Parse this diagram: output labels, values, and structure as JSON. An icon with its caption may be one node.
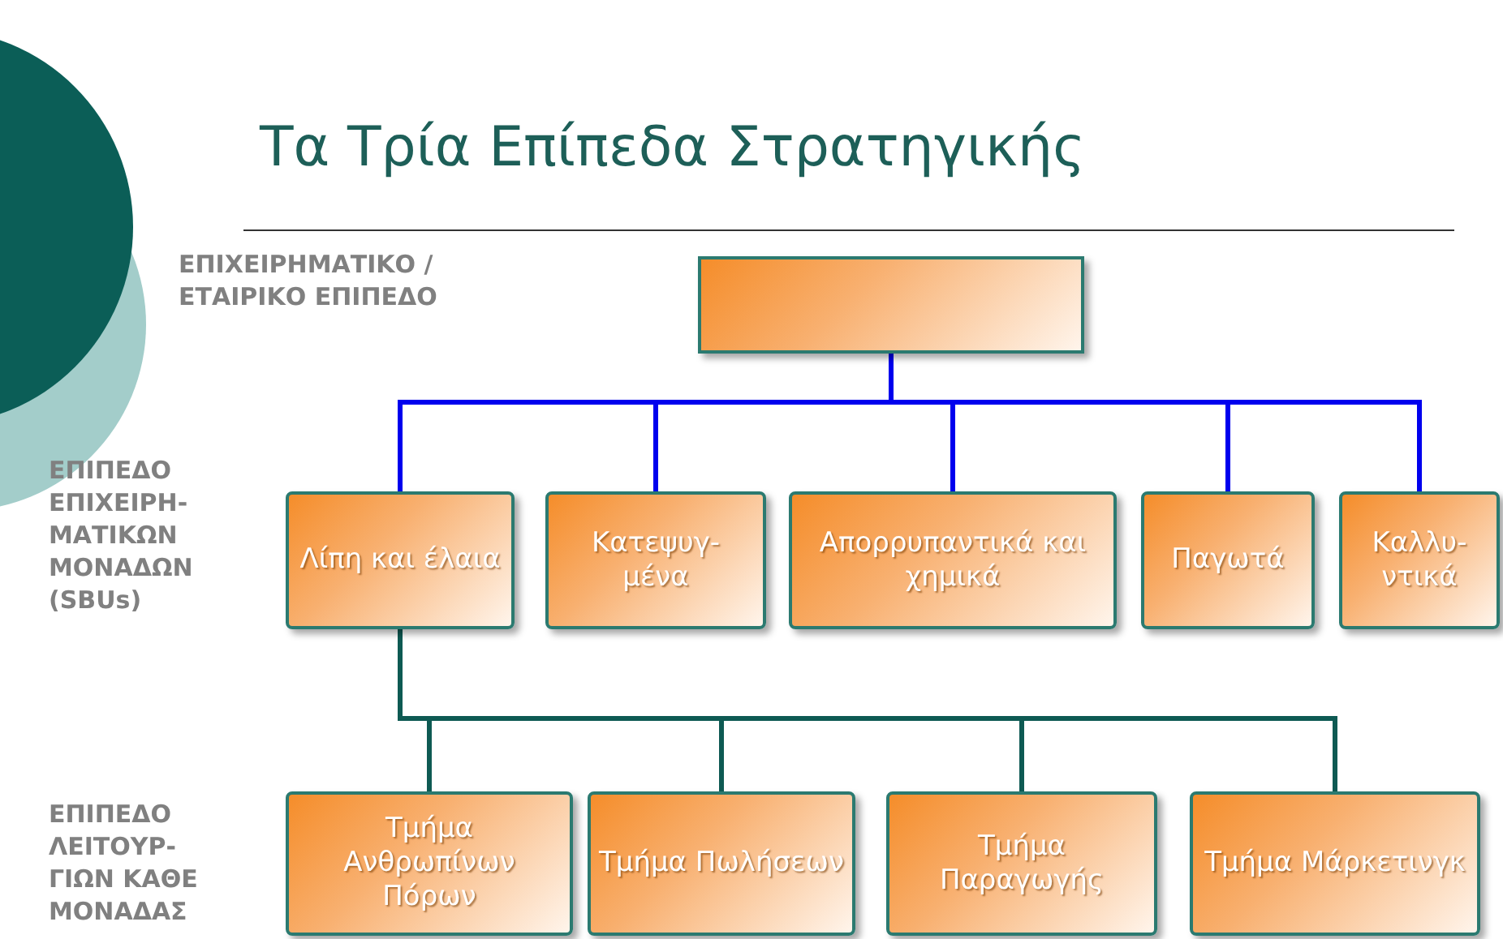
{
  "diagram": {
    "title": "Τα Τρία Επίπεδα Στρατηγικής",
    "nodes": [
      {
        "text": [],
        "shape": "box"
      },
      {
        "text": [
          "Λίπη και έλαια"
        ]
      },
      {
        "text": [
          "Κατεψυγ- μένα"
        ]
      },
      {
        "text": [
          "Απορρυπαντικά και χημικά"
        ]
      },
      {
        "text": [
          "Παγωτά"
        ]
      },
      {
        "text": [
          "Καλλυ- ντικά"
        ]
      },
      {
        "text": [
          "Τμήμα Ανθρωπίνων Πόρων"
        ]
      },
      {
        "text": [
          "Τμήμα Πωλήσεων"
        ]
      },
      {
        "text": [
          "Τμήμα Παραγωγής"
        ]
      },
      {
        "text": [
          "Τμήμα Μάρκετινγκ"
        ]
      }
    ],
    "edges": [
      {
        "from": 0,
        "to": 1,
        "arrow": "none",
        "color": "#0000ee"
      },
      {
        "from": 0,
        "to": 2,
        "arrow": "none",
        "color": "#0000ee"
      },
      {
        "from": 0,
        "to": 3,
        "arrow": "none",
        "color": "#0000ee"
      },
      {
        "from": 0,
        "to": 4,
        "arrow": "none",
        "color": "#0000ee"
      },
      {
        "from": 0,
        "to": 5,
        "arrow": "none",
        "color": "#0000ee"
      },
      {
        "from": 1,
        "to": 6,
        "arrow": "none",
        "color": "#0e5a53"
      },
      {
        "from": 1,
        "to": 7,
        "arrow": "none",
        "color": "#0e5a53"
      },
      {
        "from": 1,
        "to": 8,
        "arrow": "none",
        "color": "#0e5a53"
      },
      {
        "from": 1,
        "to": 9,
        "arrow": "none",
        "color": "#0e5a53"
      }
    ],
    "labels": [
      "ΕΠΙΧΕΙΡΗΜΑΤΙΚΟ /ΕΤΑΙΡΙΚΟ ΕΠΙΠΕΔΟ",
      "ΕΠΙΠΕΔΟ ΕΠΙΧΕΙΡΗ- ΜΑΤΙΚΩΝ ΜΟΝΑΔΩΝ (SBUs)",
      "ΕΠΙΠΕΔΟ ΛΕΙΤΟΥΡ- ΓΙΩΝ ΚΑΘΕ ΜΟΝΑΔΑΣ"
    ]
  }
}
